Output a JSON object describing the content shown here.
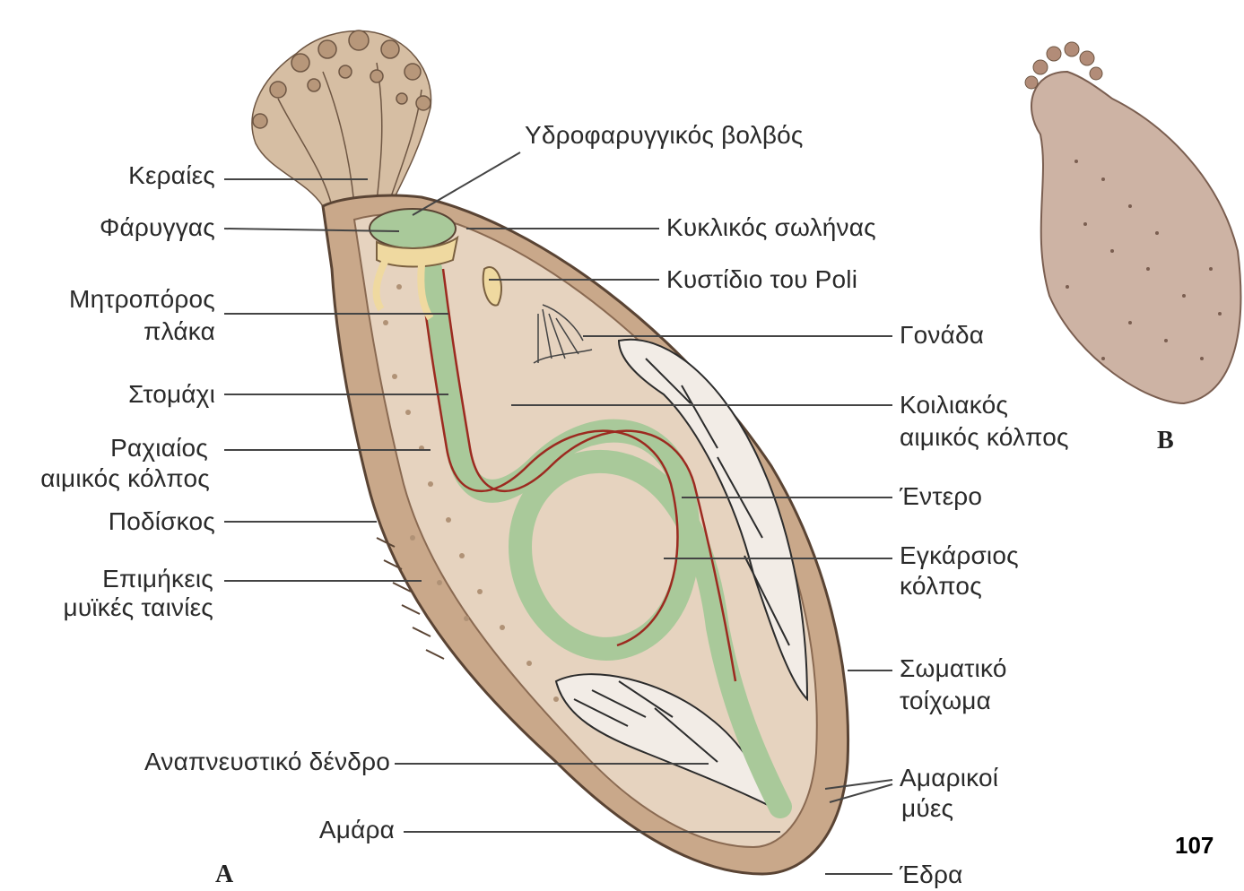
{
  "labels_left": {
    "keraies": "Κεραίες",
    "farygas": "Φάρυγγας",
    "mitroporos_1": "Μητροπόρος",
    "mitroporos_2": "πλάκα",
    "stomaxi": "Στομάχι",
    "raxiaios_1": "Ραχιαίος",
    "raxiaios_2": "αιμικός κόλπος",
    "podiskos": "Ποδίσκος",
    "epimikeis_1": "Επιμήκεις",
    "epimikeis_2": "μυϊκές ταινίες",
    "anapneustiko": "Αναπνευστικό δένδρο",
    "amara": "Αμάρα"
  },
  "labels_right": {
    "ydrofar": "Υδροφαρυγγικός βολβός",
    "kyklikos": "Κυκλικός σωλήνας",
    "kystidio": "Κυστίδιο του Poli",
    "gonada": "Γονάδα",
    "koiliakos_1": "Κοιλιακός",
    "koiliakos_2": "αιμικός κόλπος",
    "entero": "Έντερο",
    "egkarsios_1": "Εγκάρσιος",
    "egkarsios_2": "κόλπος",
    "somatiko_1": "Σωματικό",
    "somatiko_2": "τοίχωμα",
    "amarikoi_1": "Αμαρικοί",
    "amarikoi_2": "μύες",
    "edra": "Έδρα"
  },
  "panel_letters": {
    "a": "A",
    "b": "B"
  },
  "page_number": "107",
  "colors": {
    "body_wall": "#c9a88a",
    "body_inner": "#e6d3bf",
    "gut": "#a9c99a",
    "vessel": "#9c2a20",
    "tree": "#2c2c2c",
    "leader": "#444444"
  }
}
